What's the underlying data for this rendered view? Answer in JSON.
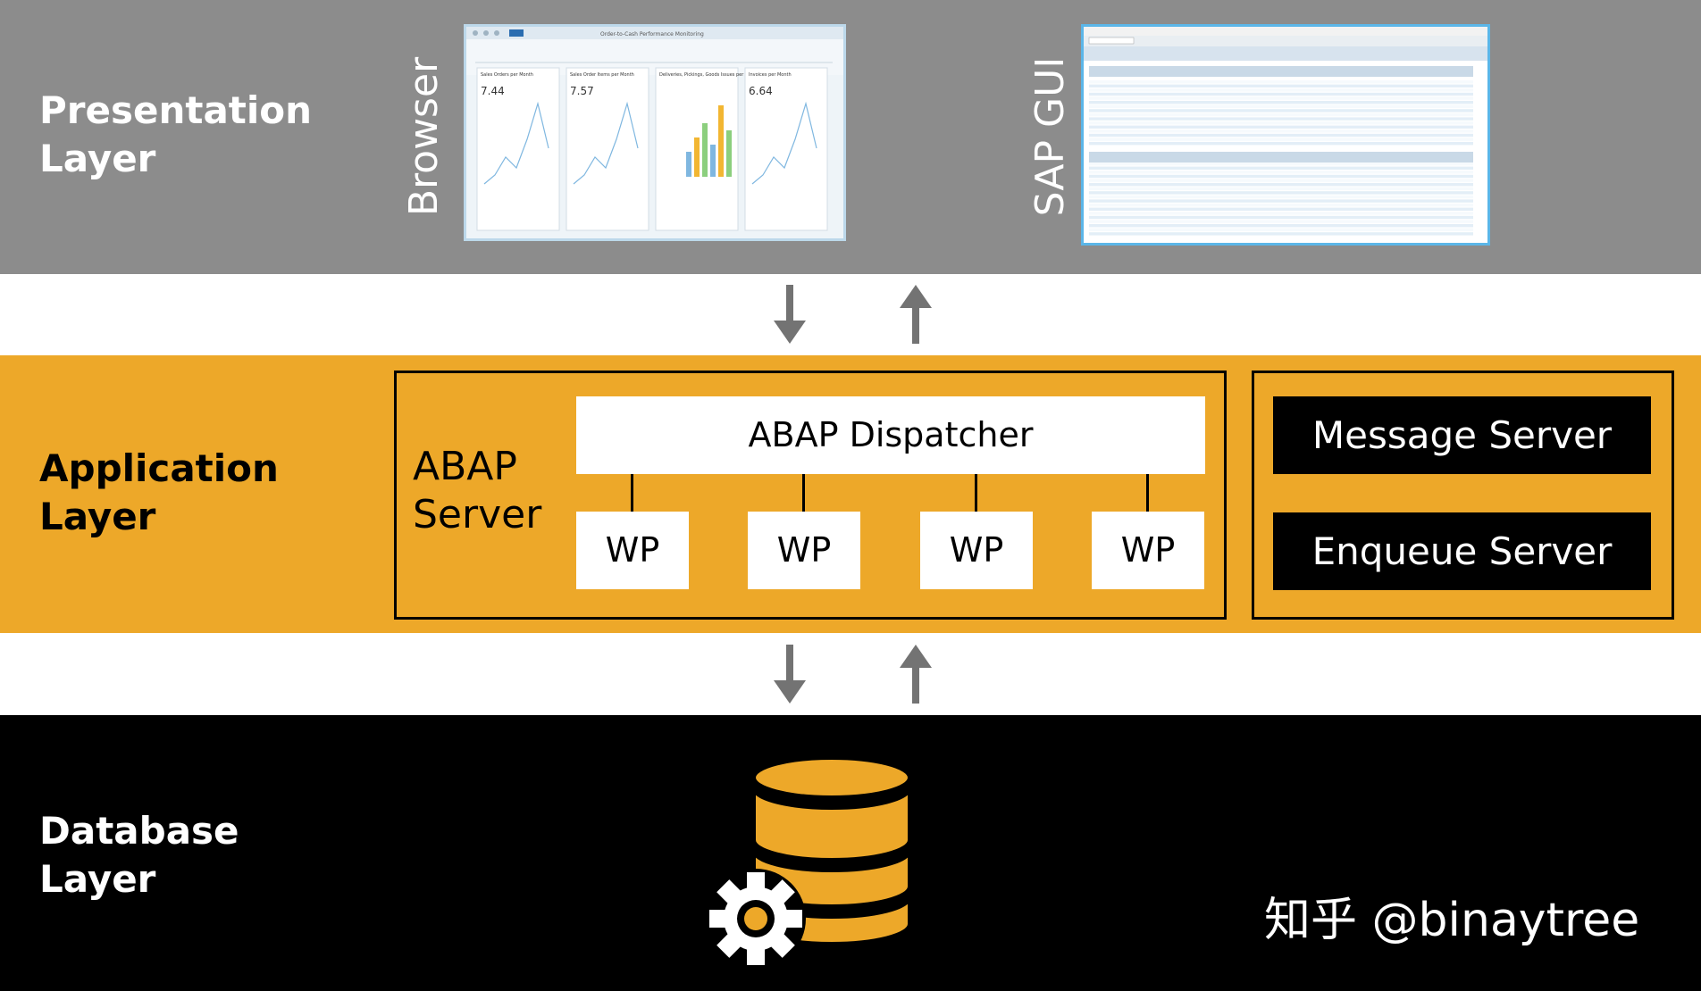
{
  "layers": {
    "presentation": {
      "title": "Presentation\nLayer"
    },
    "application": {
      "title": "Application\nLayer"
    },
    "database": {
      "title": "Database\nLayer"
    }
  },
  "clients": {
    "browser_label": "Browser",
    "sapgui_label": "SAP GUI"
  },
  "abap_server": {
    "label": "ABAP\nServer",
    "dispatcher": "ABAP Dispatcher",
    "work_processes": [
      "WP",
      "WP",
      "WP",
      "WP"
    ]
  },
  "central_services": {
    "message_server": "Message Server",
    "enqueue_server": "Enqueue Server"
  },
  "browser_screenshot": {
    "header_title": "Order-to-Cash Performance Monitoring",
    "tiles": [
      {
        "title": "Sales Orders per Month",
        "value": "7.44"
      },
      {
        "title": "Sales Order Items per Month",
        "value": "7.57"
      },
      {
        "title": "Deliveries, Pickings, Goods Issues per Month",
        "value": ""
      },
      {
        "title": "Invoices per Month",
        "value": "6.64"
      }
    ]
  },
  "colors": {
    "presentation_bg": "#8c8c8c",
    "application_bg": "#eda829",
    "database_bg": "#000000",
    "arrow": "#737373",
    "db_icon": "#eda829"
  },
  "icons": {
    "arrows": "arrow-icon",
    "database": "database-icon",
    "gear": "gear-icon"
  },
  "watermark": "知乎 @binaytree"
}
